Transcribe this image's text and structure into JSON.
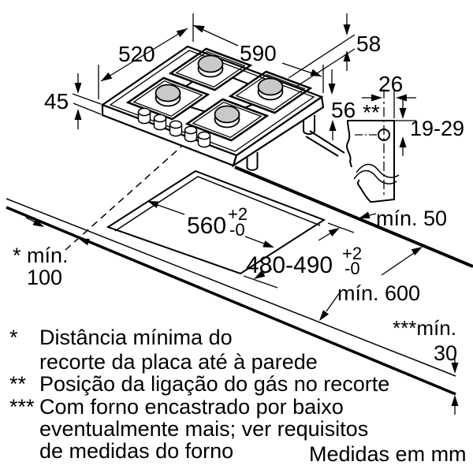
{
  "dimensions": {
    "hob_depth": "520",
    "hob_width": "590",
    "hob_height": "45",
    "grate_height": "58",
    "body_height": "56",
    "gas_offset": "26",
    "gas_marker": "**",
    "gas_depth_range": "19-29",
    "rear_clearance": "mín. 50",
    "cutout_width": "560",
    "cutout_width_tol_plus": "+2",
    "cutout_width_tol_minus": "-0",
    "cutout_depth": "480-490",
    "cutout_depth_tol_plus": "+2",
    "cutout_depth_tol_minus": "-0",
    "worktop_depth": "mín. 600",
    "wall_clearance_label": "* mín.",
    "wall_clearance_value": "100",
    "worktop_thickness_label": "***mín.",
    "worktop_thickness_value": "30"
  },
  "footnotes": [
    {
      "marker": "*",
      "lines": [
        "Distância mínima do",
        "recorte da placa até à parede"
      ]
    },
    {
      "marker": "**",
      "lines": [
        "Posição da ligação do gás no recorte"
      ]
    },
    {
      "marker": "***",
      "lines": [
        "Com forno encastrado por baixo",
        "eventualmente mais; ver requisitos",
        "de medidas do forno"
      ]
    }
  ],
  "units_note": "Medidas em mm"
}
